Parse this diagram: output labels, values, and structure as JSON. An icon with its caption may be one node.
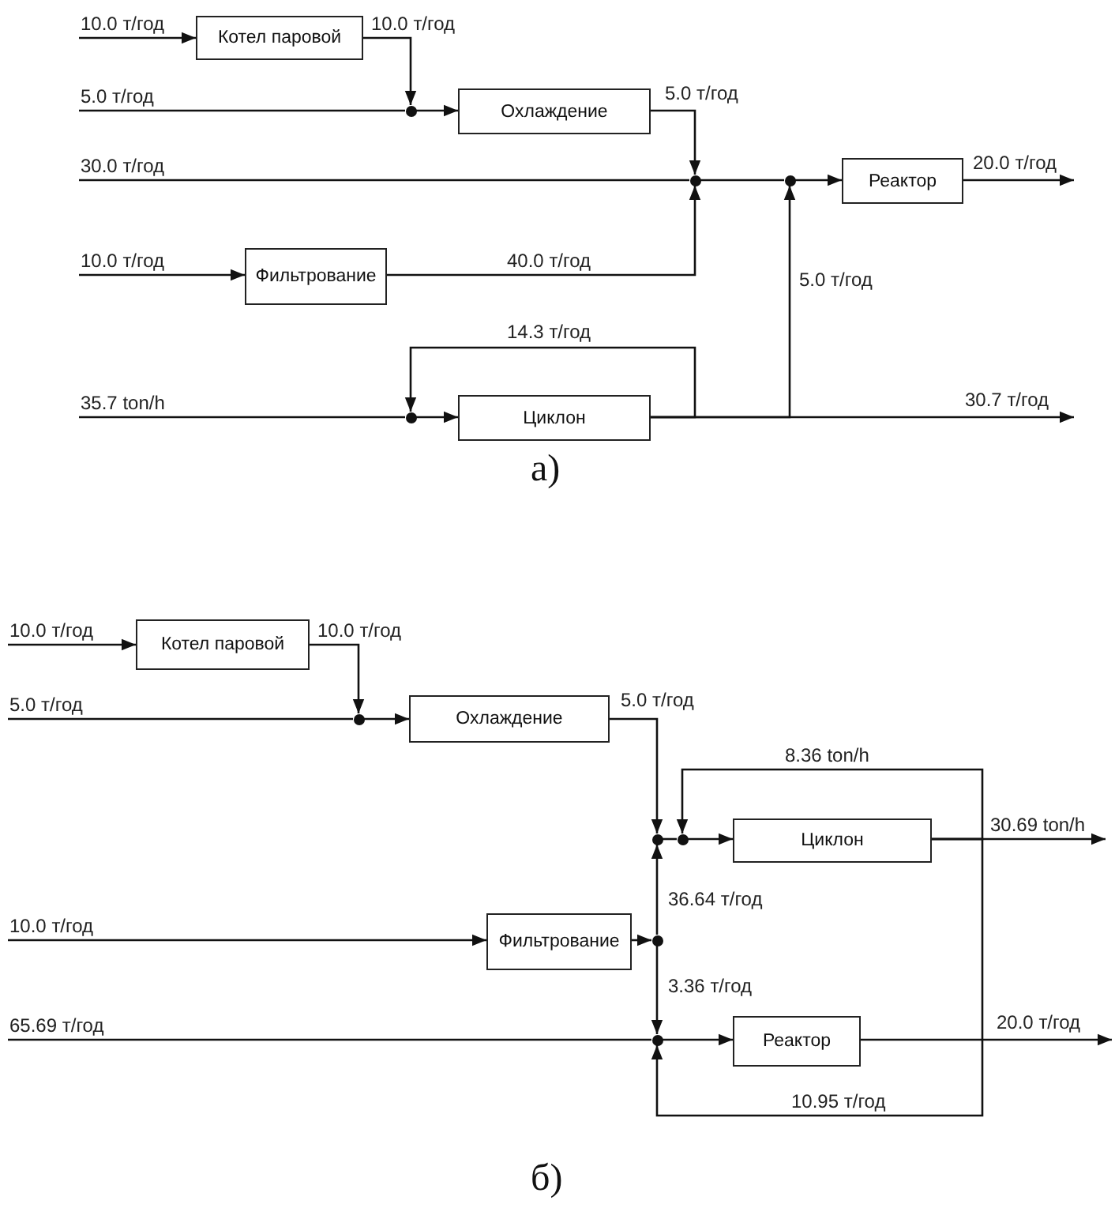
{
  "diagram": {
    "nodes": [
      {
        "text": [
          "Котел паровой"
        ]
      },
      {
        "text": [],
        "shape": "circle"
      },
      {
        "text": [
          "Охлаждение"
        ]
      },
      {
        "text": [],
        "shape": "circle"
      },
      {
        "text": [],
        "shape": "circle"
      },
      {
        "text": [
          "Реактор"
        ]
      },
      {
        "text": [
          "Фильтрование"
        ]
      },
      {
        "text": [],
        "shape": "circle"
      },
      {
        "text": [
          "Циклон"
        ]
      },
      {
        "text": [
          "Котел паровой"
        ]
      },
      {
        "text": [],
        "shape": "circle"
      },
      {
        "text": [
          "Охлаждение"
        ]
      },
      {
        "text": [],
        "shape": "circle"
      },
      {
        "text": [],
        "shape": "circle"
      },
      {
        "text": [
          "Циклон"
        ]
      },
      {
        "text": [
          "Фильтрование"
        ]
      },
      {
        "text": [],
        "shape": "circle"
      },
      {
        "text": [],
        "shape": "circle"
      },
      {
        "text": [
          "Реактор"
        ]
      }
    ],
    "edges": [
      {
        "from": null,
        "to": 0,
        "arrow": "to",
        "label": "10.0 т/год"
      },
      {
        "from": 0,
        "to": 1,
        "arrow": "to",
        "label": "10.0 т/год"
      },
      {
        "from": null,
        "to": 1,
        "arrow": "none",
        "label": "5.0 т/год"
      },
      {
        "from": 1,
        "to": 2,
        "arrow": "to"
      },
      {
        "from": 2,
        "to": 3,
        "arrow": "to",
        "label": "5.0 т/год"
      },
      {
        "from": null,
        "to": 3,
        "arrow": "none",
        "label": "30.0 т/год"
      },
      {
        "from": 3,
        "to": 4,
        "arrow": "none"
      },
      {
        "from": 4,
        "to": 5,
        "arrow": "to"
      },
      {
        "from": 5,
        "to": null,
        "arrow": "to",
        "label": "20.0 т/год"
      },
      {
        "from": null,
        "to": 6,
        "arrow": "to",
        "label": "10.0 т/год"
      },
      {
        "from": 6,
        "to": 3,
        "arrow": "to",
        "label": "40.0 т/год"
      },
      {
        "from": null,
        "to": 7,
        "arrow": "none",
        "label": "35.7 ton/h"
      },
      {
        "from": 7,
        "to": 8,
        "arrow": "to"
      },
      {
        "from": 8,
        "to": 7,
        "arrow": "to",
        "label": "14.3 т/год"
      },
      {
        "from": 8,
        "to": 4,
        "arrow": "to",
        "label": "5.0 т/год"
      },
      {
        "from": 8,
        "to": null,
        "arrow": "to",
        "label": "30.7 т/год"
      },
      {
        "from": null,
        "to": 9,
        "arrow": "to",
        "label": "10.0 т/год"
      },
      {
        "from": 9,
        "to": 10,
        "arrow": "to",
        "label": "10.0 т/год"
      },
      {
        "from": null,
        "to": 10,
        "arrow": "none",
        "label": "5.0 т/год"
      },
      {
        "from": 10,
        "to": 11,
        "arrow": "to"
      },
      {
        "from": 11,
        "to": 12,
        "arrow": "to",
        "label": "5.0 т/год"
      },
      {
        "from": 12,
        "to": 13,
        "arrow": "none"
      },
      {
        "from": 13,
        "to": 14,
        "arrow": "to"
      },
      {
        "from": 14,
        "to": 13,
        "arrow": "to",
        "label": "8.36 ton/h"
      },
      {
        "from": 14,
        "to": null,
        "arrow": "to",
        "label": "30.69 ton/h"
      },
      {
        "from": 14,
        "to": 17,
        "arrow": "to",
        "label": "10.95 т/год"
      },
      {
        "from": null,
        "to": 15,
        "arrow": "to",
        "label": "10.0 т/год"
      },
      {
        "from": 15,
        "to": 16,
        "arrow": "to"
      },
      {
        "from": 16,
        "to": 12,
        "arrow": "to",
        "label": "36.64 т/год"
      },
      {
        "from": 16,
        "to": 17,
        "arrow": "to",
        "label": "3.36 т/год"
      },
      {
        "from": null,
        "to": 17,
        "arrow": "none",
        "label": "65.69 т/год"
      },
      {
        "from": 17,
        "to": 18,
        "arrow": "to"
      },
      {
        "from": 18,
        "to": null,
        "arrow": "to",
        "label": "20.0 т/год"
      }
    ],
    "labels": [
      "а)",
      "б)"
    ]
  }
}
